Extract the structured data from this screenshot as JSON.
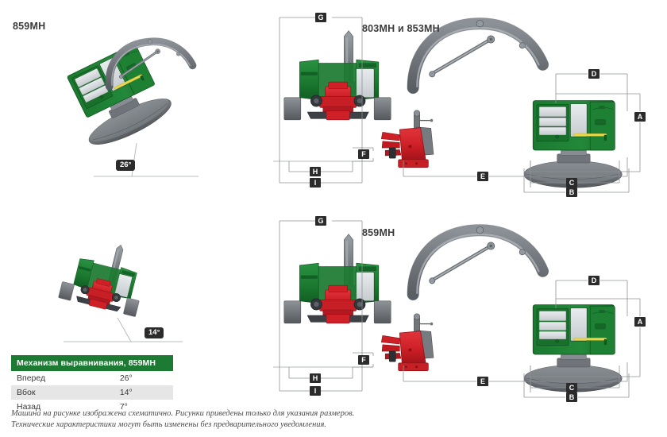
{
  "labels": {
    "top_left_model": "859MH",
    "top_center_model": "803MH и 853MH",
    "bottom_center_model": "859MH"
  },
  "angles": {
    "forward": "26°",
    "side": "14°"
  },
  "dimension_markers": {
    "top_front": [
      "G",
      "F",
      "H",
      "I"
    ],
    "top_side": [
      "D",
      "A",
      "E",
      "C",
      "B"
    ],
    "bottom_front": [
      "G",
      "F",
      "H",
      "I"
    ],
    "bottom_side": [
      "D",
      "A",
      "E",
      "C",
      "B"
    ]
  },
  "spec_table": {
    "title": "Механизм выравнивания, 859MH",
    "rows": [
      {
        "label": "Вперед",
        "value": "26°"
      },
      {
        "label": "Вбок",
        "value": "14°"
      },
      {
        "label": "Назад",
        "value": "7°"
      }
    ]
  },
  "footnote": {
    "line1": "Машина на рисунке изображена схематично. Рисунки приведены только для указания размеров.",
    "line2": "Технические характеристики могут быть изменены без предварительного уведомления."
  },
  "colors": {
    "machine_green": "#1b7a30",
    "machine_green_dark": "#135c22",
    "attachment_red": "#d2232a",
    "attachment_red_dark": "#9e1219",
    "body_gray": "#7b7f83",
    "body_gray_dark": "#5b6065",
    "table_header_green": "#1d7a33",
    "badge_dark": "#2b2b2b",
    "accent_yellow": "#e8d84a",
    "dim_line": "#8d9196"
  }
}
